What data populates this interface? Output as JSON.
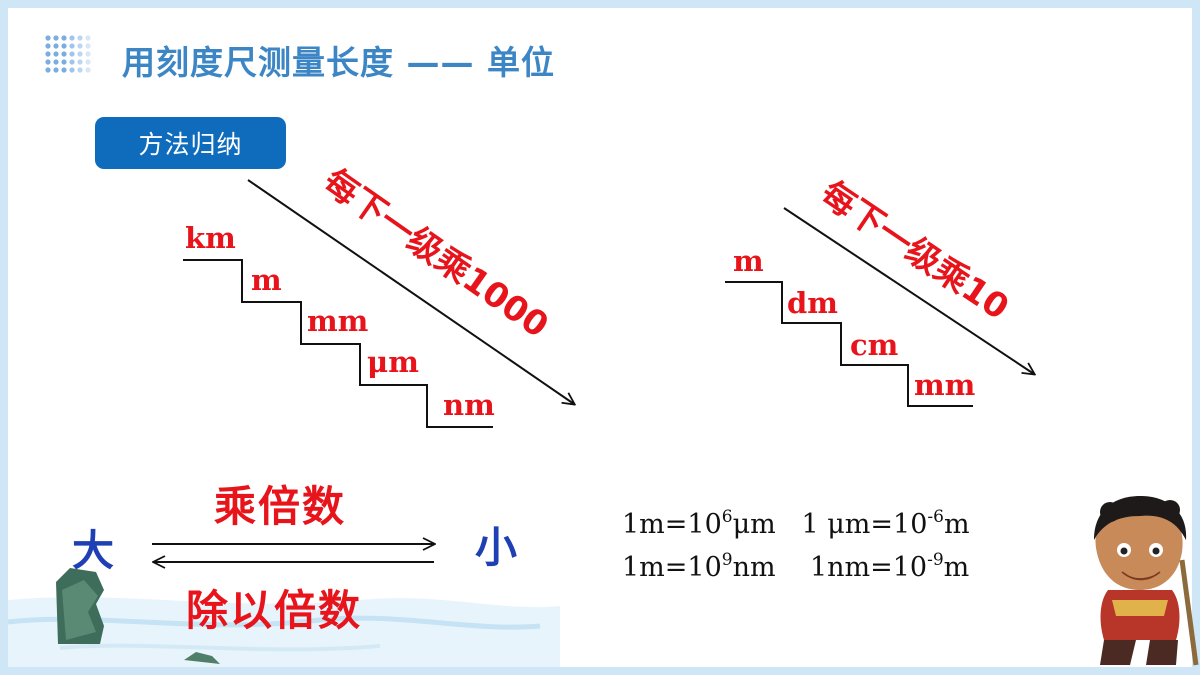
{
  "title": "用刻度尺测量长度 —— 单位",
  "badge": "方法归纳",
  "left_stair": {
    "units": [
      "km",
      "m",
      "mm",
      "μm",
      "nm"
    ],
    "label": "每下一级乘1000"
  },
  "right_stair": {
    "units": [
      "m",
      "dm",
      "cm",
      "mm"
    ],
    "label": "每下一级乘10"
  },
  "conversion": {
    "left": "大",
    "right": "小",
    "top_label": "乘倍数",
    "bottom_label": "除以倍数"
  },
  "formulas": {
    "row1": [
      {
        "base": "1m=10",
        "exp": "6",
        "unit": "μm"
      },
      {
        "base": "1 μm=10",
        "exp": "-6",
        "unit": "m"
      }
    ],
    "row2": [
      {
        "base": "1m=10",
        "exp": "9",
        "unit": "nm"
      },
      {
        "base": "1nm=10",
        "exp": "-9",
        "unit": "m"
      }
    ]
  },
  "colors": {
    "title": "#3d86c6",
    "badge": "#0f6cbd",
    "red": "#e8141b",
    "blue": "#1f3fb4"
  }
}
